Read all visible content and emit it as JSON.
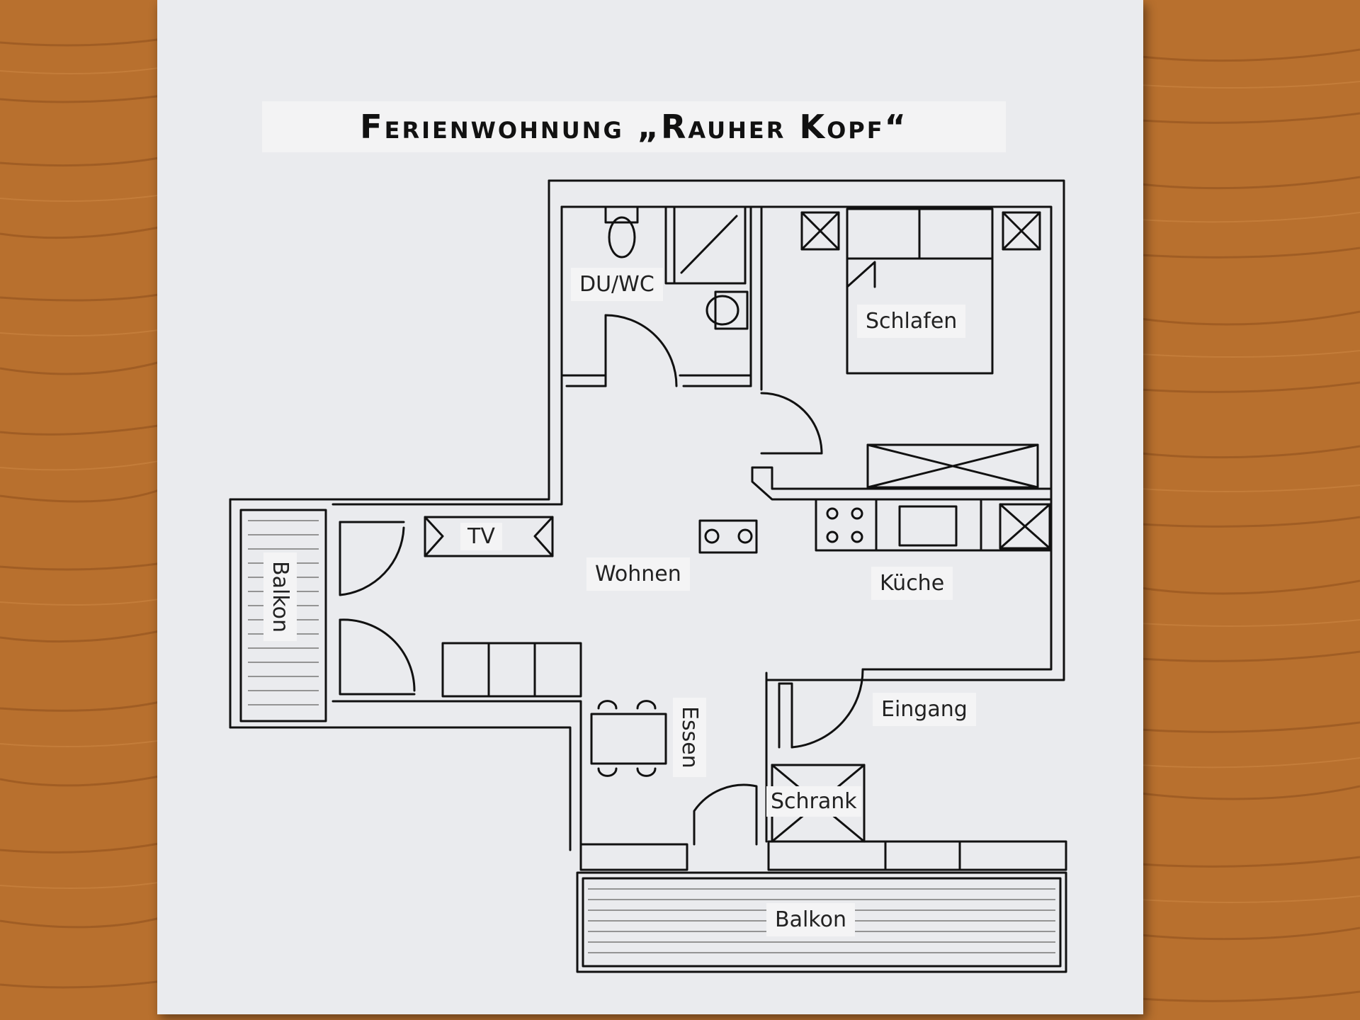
{
  "title": "Ferienwohnung „Rauher Kopf“",
  "rooms": {
    "bath": "DU/WC",
    "bedroom": "Schlafen",
    "tv": "TV",
    "living": "Wohnen",
    "kitchen": "Küche",
    "balcony_left": "Balkon",
    "dining": "Essen",
    "entrance": "Eingang",
    "wardrobe": "Schrank",
    "balcony_bottom": "Balkon"
  },
  "colors": {
    "table": "#b8702e",
    "paper": "#eaebee",
    "ink": "#111111"
  }
}
